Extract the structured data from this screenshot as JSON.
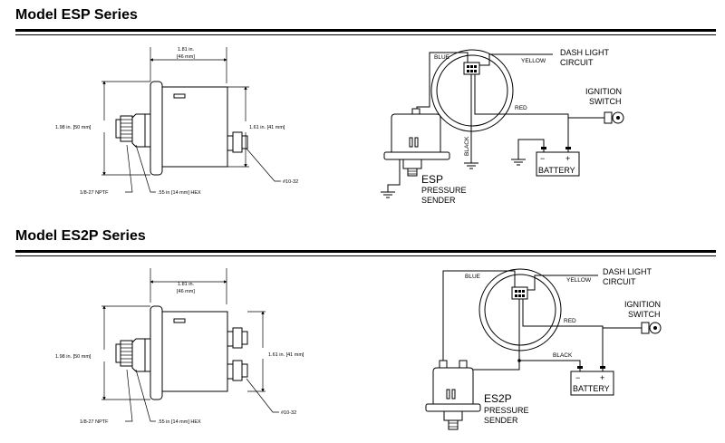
{
  "sections": [
    {
      "title": "Model ESP Series",
      "gauge": {
        "width_label_in": "1.81 in.",
        "width_label_mm": "[46 mm]",
        "height_label": "1.98 in. [50 mm]",
        "depth_label": "1.61 in. [41 mm]",
        "thread_label": "1/8-27 NPTF",
        "hex_label": ".55 in [14 mm] HEX",
        "stud_label": "#10-32"
      },
      "wiring": {
        "blue": "BLUE",
        "yellow": "YELLOW",
        "red": "RED",
        "black": "BLACK",
        "dash_light": [
          "DASH LIGHT",
          "CIRCUIT"
        ],
        "ignition": [
          "IGNITION",
          "SWITCH"
        ],
        "battery": "BATTERY",
        "minus": "−",
        "plus": "+",
        "sender_model": "ESP",
        "sender_text": [
          "PRESSURE",
          "SENDER"
        ]
      }
    },
    {
      "title": "Model ES2P Series",
      "gauge": {
        "width_label_in": "1.81 in.",
        "width_label_mm": "[46 mm]",
        "height_label": "1.98 in. [50 mm]",
        "depth_label": "1.61 in. [41 mm]",
        "thread_label": "1/8-27 NPTF",
        "hex_label": ".55 in [14 mm] HEX",
        "stud_label": "#10-32"
      },
      "wiring": {
        "blue": "BLUE",
        "yellow": "YELLOW",
        "red": "RED",
        "black": "BLACK",
        "dash_light": [
          "DASH LIGHT",
          "CIRCUIT"
        ],
        "ignition": [
          "IGNITION",
          "SWITCH"
        ],
        "battery": "BATTERY",
        "minus": "−",
        "plus": "+",
        "sender_model": "ES2P",
        "sender_text": [
          "PRESSURE",
          "SENDER"
        ]
      }
    }
  ]
}
